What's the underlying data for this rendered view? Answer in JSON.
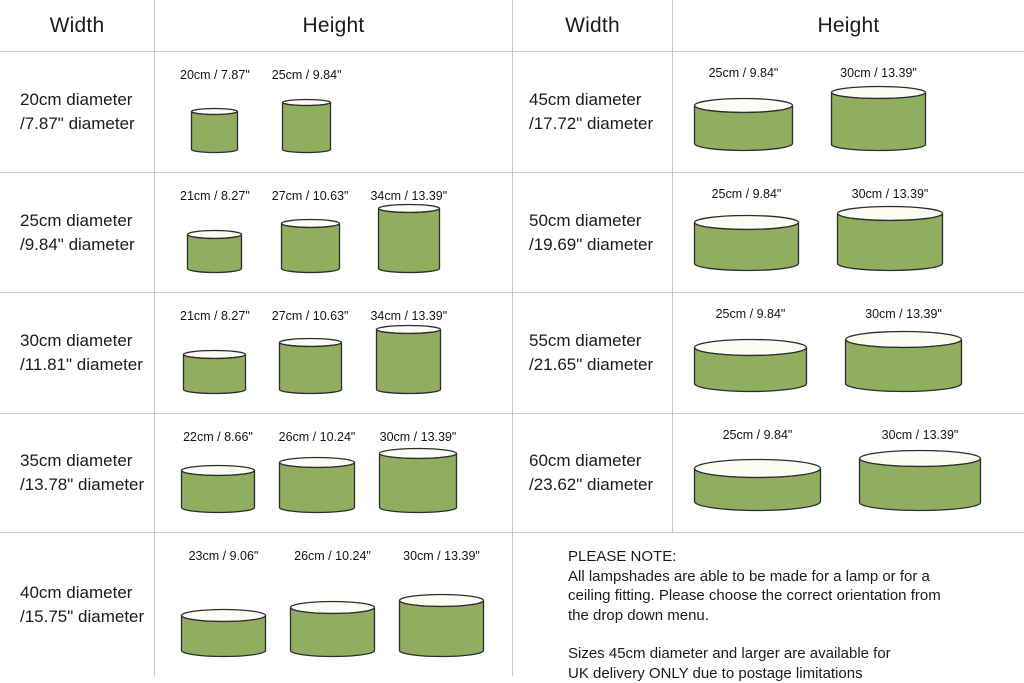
{
  "colors": {
    "shade_fill": "#8fae60",
    "shade_rim": "#fcfcf4",
    "shade_outline": "#2d2d2d",
    "grid_line": "#c9c9c9",
    "text": "#1b1b1b"
  },
  "headers": {
    "left_width": "Width",
    "left_height": "Height",
    "right_width": "Width",
    "right_height": "Height"
  },
  "left_rows": [
    {
      "width_line1": "20cm diameter",
      "width_line2": "/7.87\" diameter",
      "shades": [
        {
          "label": "20cm / 7.87\"",
          "w": 46,
          "h": 44
        },
        {
          "label": "25cm / 9.84\"",
          "w": 48,
          "h": 53
        }
      ]
    },
    {
      "width_line1": "25cm diameter",
      "width_line2": "/9.84\" diameter",
      "shades": [
        {
          "label": "21cm / 8.27\"",
          "w": 54,
          "h": 42
        },
        {
          "label": "27cm / 10.63\"",
          "w": 58,
          "h": 53
        },
        {
          "label": "34cm / 13.39\"",
          "w": 61,
          "h": 68
        }
      ]
    },
    {
      "width_line1": "30cm diameter",
      "width_line2": "/11.81\" diameter",
      "shades": [
        {
          "label": "21cm / 8.27\"",
          "w": 62,
          "h": 43
        },
        {
          "label": "27cm / 10.63\"",
          "w": 62,
          "h": 55
        },
        {
          "label": "34cm / 13.39\"",
          "w": 64,
          "h": 68
        }
      ]
    },
    {
      "width_line1": "35cm diameter",
      "width_line2": "/13.78\" diameter",
      "shades": [
        {
          "label": "22cm / 8.66\"",
          "w": 73,
          "h": 47
        },
        {
          "label": "26cm / 10.24\"",
          "w": 75,
          "h": 55
        },
        {
          "label": "30cm / 13.39\"",
          "w": 77,
          "h": 64
        }
      ]
    },
    {
      "width_line1": "40cm diameter",
      "width_line2": "/15.75\" diameter",
      "shades": [
        {
          "label": "23cm / 9.06\"",
          "w": 84,
          "h": 47
        },
        {
          "label": "26cm / 10.24\"",
          "w": 84,
          "h": 55
        },
        {
          "label": "30cm / 13.39\"",
          "w": 84,
          "h": 62
        }
      ]
    }
  ],
  "right_rows": [
    {
      "width_line1": "45cm diameter",
      "width_line2": "/17.72\" diameter",
      "shades": [
        {
          "label": "25cm / 9.84\"",
          "w": 98,
          "h": 52
        },
        {
          "label": "30cm / 13.39\"",
          "w": 94,
          "h": 64
        }
      ]
    },
    {
      "width_line1": "50cm diameter",
      "width_line2": "/19.69\" diameter",
      "shades": [
        {
          "label": "25cm / 9.84\"",
          "w": 104,
          "h": 55
        },
        {
          "label": "30cm / 13.39\"",
          "w": 105,
          "h": 64
        }
      ]
    },
    {
      "width_line1": "55cm diameter",
      "width_line2": "/21.65\" diameter",
      "shades": [
        {
          "label": "25cm / 9.84\"",
          "w": 112,
          "h": 52
        },
        {
          "label": "30cm / 13.39\"",
          "w": 116,
          "h": 60
        }
      ]
    },
    {
      "width_line1": "60cm diameter",
      "width_line2": "/23.62\" diameter",
      "shades": [
        {
          "label": "25cm / 9.84\"",
          "w": 126,
          "h": 51
        },
        {
          "label": "30cm / 13.39\"",
          "w": 121,
          "h": 60
        }
      ]
    }
  ],
  "note": {
    "title": "PLEASE NOTE:",
    "paragraph1": [
      "All lampshades are able to be made for a lamp or for a",
      "ceiling fitting. Please choose the correct orientation from",
      "the drop down menu."
    ],
    "paragraph2": [
      "Sizes 45cm diameter and larger are available for",
      "UK delivery ONLY due to postage limitations"
    ]
  }
}
